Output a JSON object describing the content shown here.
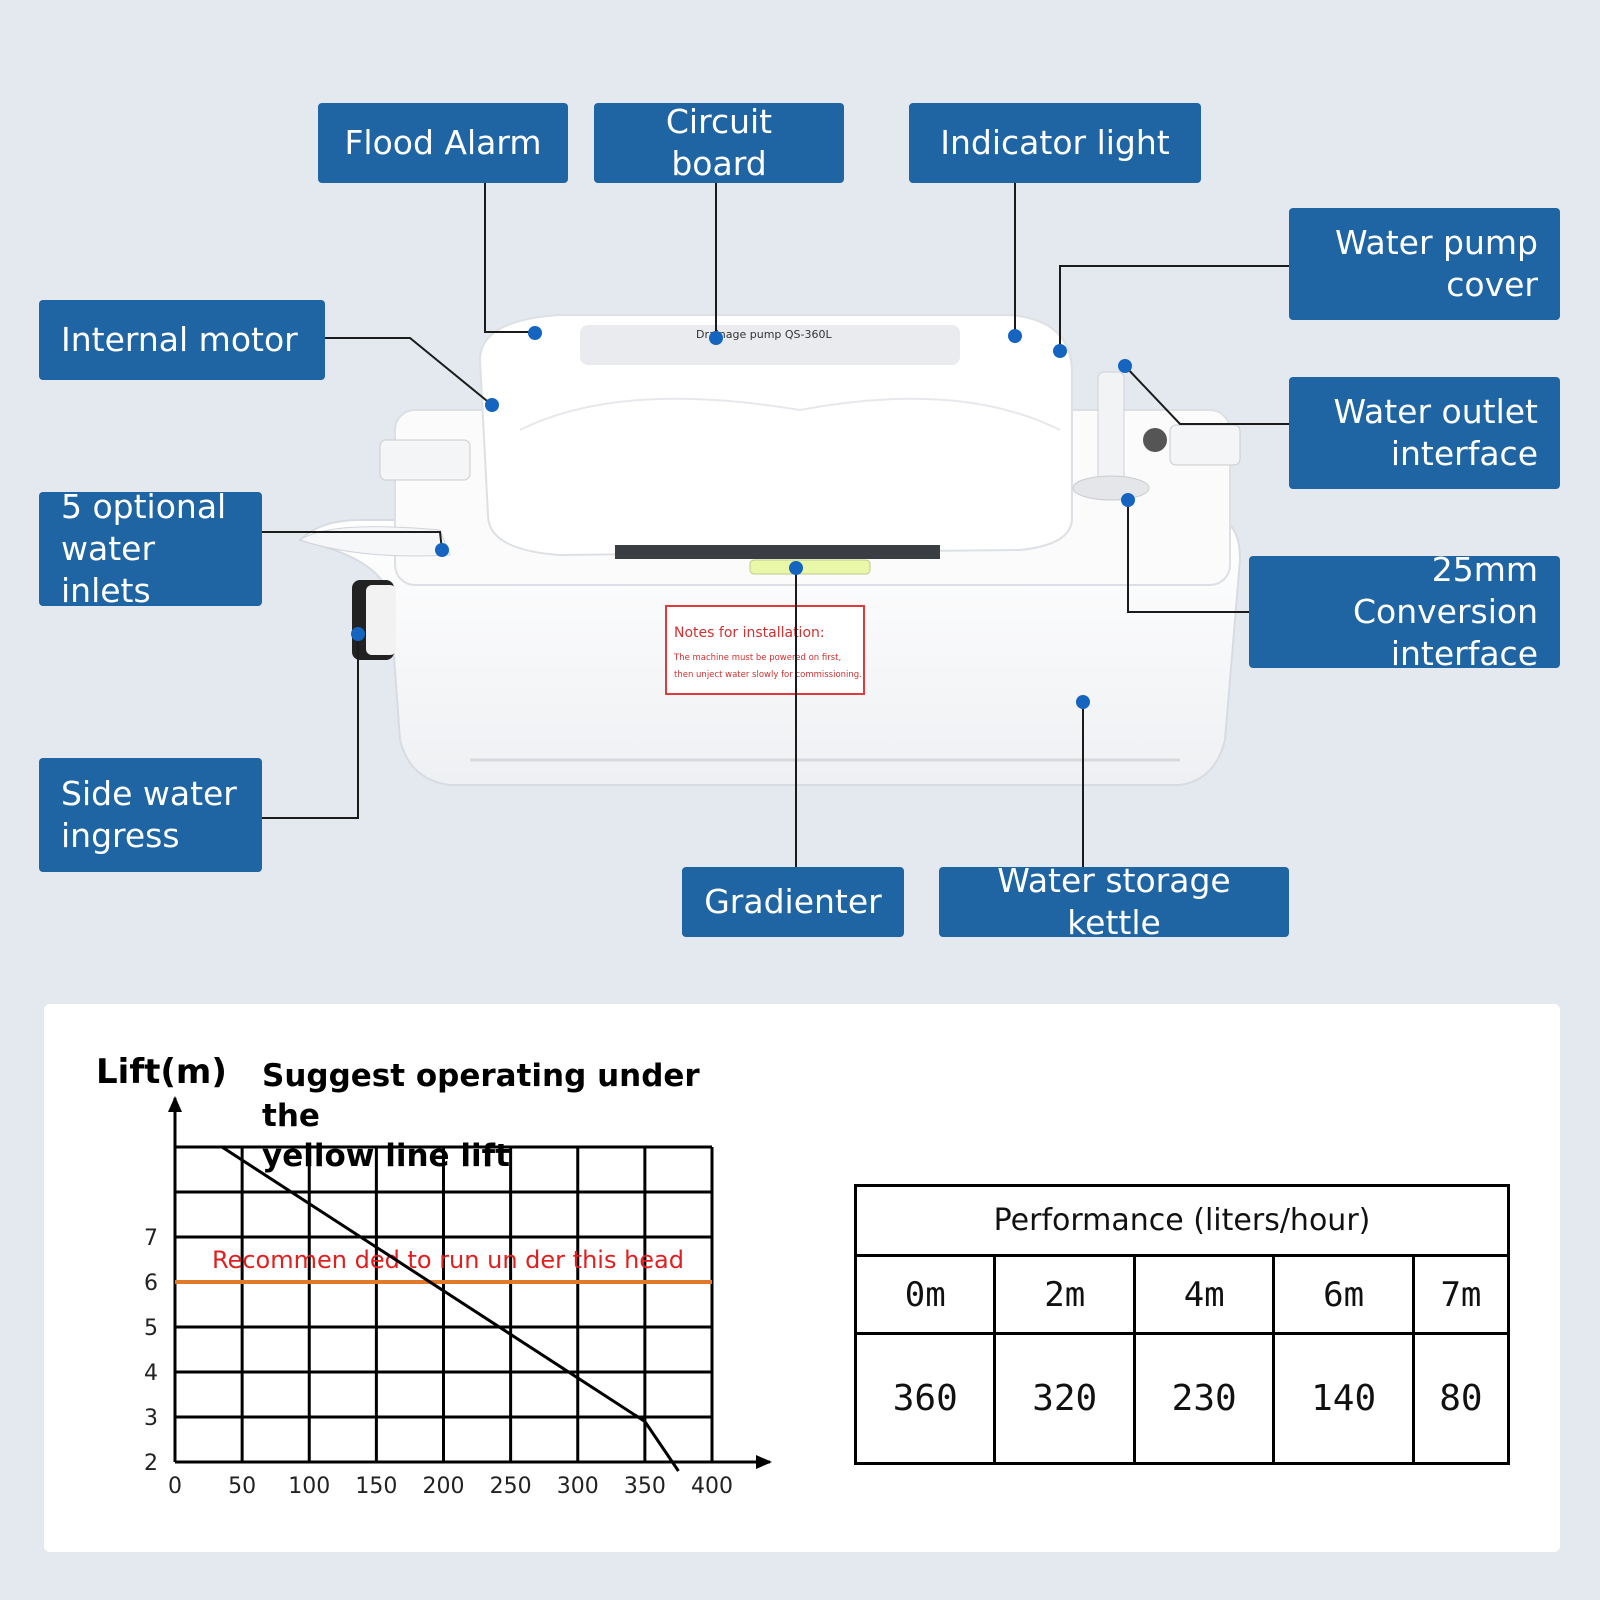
{
  "labels": {
    "flood_alarm": "Flood Alarm",
    "circuit_board": "Circuit board",
    "indicator_light": "Indicator light",
    "water_pump_cover": "Water pump\ncover",
    "internal_motor": "Internal motor",
    "water_outlet_interface": "Water outlet\ninterface",
    "optional_water_inlets": "5 optional\nwater inlets",
    "conversion_interface": "25mm Conversion\ninterface",
    "side_water_ingress": "Side water\ningress",
    "gradienter": "Gradienter",
    "water_storage_kettle": "Water storage kettle"
  },
  "device": {
    "top_label": "Drainage pump QS-360L",
    "notes_title": "Notes for installation:",
    "notes_line1": "The machine must be powered on first,",
    "notes_line2": "then unject water slowly for commissioning."
  },
  "colors": {
    "label_bg": "#1f64a3",
    "dot": "#1565c0",
    "yellow_line": "#e07a2a",
    "red_text": "#e02020"
  },
  "chart_data": {
    "type": "line",
    "ylabel": "Lift(m)",
    "title": "Suggest operating under the\nyellow line lift",
    "x_ticks": [
      "0",
      "50",
      "100",
      "150",
      "200",
      "250",
      "300",
      "350",
      "400"
    ],
    "y_ticks": [
      "2",
      "3",
      "4",
      "5",
      "6",
      "7"
    ],
    "xlim": [
      0,
      400
    ],
    "ylim": [
      2,
      9
    ],
    "grid": true,
    "series": [
      {
        "x": [
          35,
          350,
          375
        ],
        "y": [
          9,
          2.9,
          1.8
        ]
      }
    ],
    "reference_line": {
      "y": 6,
      "label": "Recommen ded to run un der this head",
      "color": "#e07a2a"
    }
  },
  "performance_table": {
    "title": "Performance (liters/hour)",
    "heads": [
      "0m",
      "2m",
      "4m",
      "6m",
      "7m"
    ],
    "values": [
      "360",
      "320",
      "230",
      "140",
      "80"
    ]
  }
}
